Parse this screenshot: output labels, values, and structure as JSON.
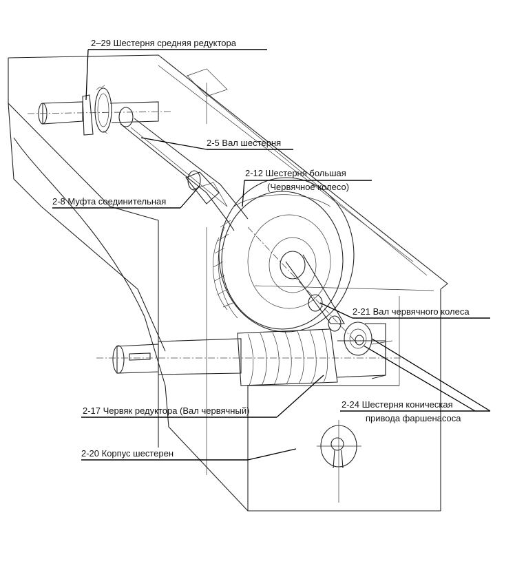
{
  "labels": {
    "l29": "2–29  Шестерня средняя редуктора",
    "l5": "2-5  Вал шестерня",
    "l12a": "2-12 Шестерня большая",
    "l12b": "(Червячное колесо)",
    "l8": "2-8 Муфта соединительная",
    "l21": "2-21 Вал червячного колеса",
    "l17": "2-17 Червяк редуктора (Вал червячный)",
    "l24a": "2-24 Шестерня коническая",
    "l24b": "привода фаршенасоса",
    "l20": "2-20 Корпус шестерен"
  }
}
